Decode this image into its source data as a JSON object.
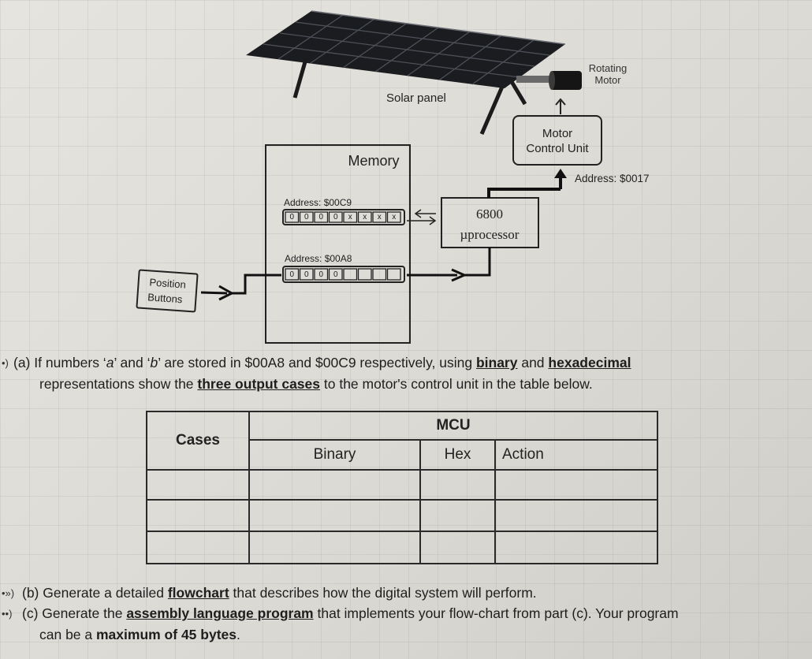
{
  "diagram": {
    "solar_panel_label": "Solar panel",
    "rotating_motor_label": [
      "Rotating",
      "Motor"
    ],
    "mcu_box_label": [
      "Motor",
      "Control Unit"
    ],
    "mcu_address_label": "Address: $0017",
    "memory_label": "Memory",
    "address_a_label": "Address: $00C9",
    "address_b_label": "Address: $00A8",
    "processor_label": [
      "6800",
      "µprocessor"
    ],
    "position_buttons_label": [
      "Position",
      "Buttons"
    ],
    "register_a_bits": [
      "0",
      "0",
      "0",
      "0",
      "x",
      "x",
      "x",
      "x"
    ],
    "register_b_bits": [
      "0",
      "0",
      "0",
      "0",
      "",
      "",
      "",
      ""
    ]
  },
  "questions": {
    "a": {
      "marker": "(a)",
      "line1_parts": [
        "If numbers ‘",
        "a",
        "’ and ‘",
        "b",
        "’ are stored in $00A8 and $00C9 respectively, using ",
        "binary",
        " and ",
        "hexadecimal"
      ],
      "line2_parts": [
        "representations show the ",
        "three output cases",
        " to the motor's control unit in the table below."
      ]
    },
    "b": {
      "marker": "(b)",
      "parts": [
        "Generate a detailed ",
        "flowchart",
        " that describes how the digital system will perform."
      ]
    },
    "c": {
      "marker": "(c)",
      "line1_parts": [
        "Generate the ",
        "assembly language program",
        " that implements your flow-chart from part (c). Your program"
      ],
      "line2_parts": [
        "can be a ",
        "maximum of 45 bytes",
        "."
      ]
    }
  },
  "table": {
    "header_cases": "Cases",
    "header_mcu": "MCU",
    "header_binary": "Binary",
    "header_hex": "Hex",
    "header_action": "Action",
    "rows": [
      [
        "",
        "",
        "",
        ""
      ],
      [
        "",
        "",
        "",
        ""
      ],
      [
        "",
        "",
        "",
        ""
      ]
    ]
  }
}
